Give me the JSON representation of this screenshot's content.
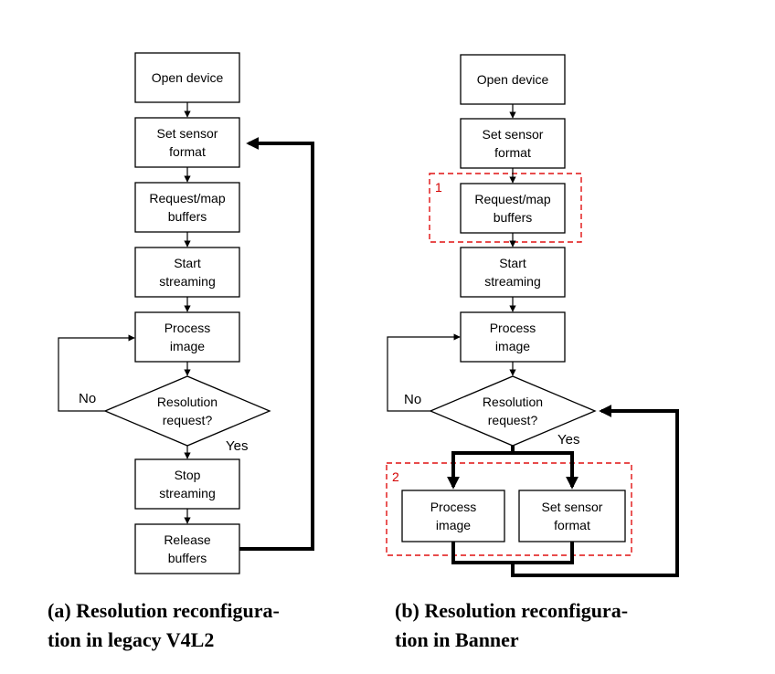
{
  "legacy": {
    "open_device": "Open device",
    "set_format_l1": "Set sensor",
    "set_format_l2": "format",
    "request_l1": "Request/map",
    "request_l2": "buffers",
    "start_l1": "Start",
    "start_l2": "streaming",
    "process_l1": "Process",
    "process_l2": "image",
    "decision_l1": "Resolution",
    "decision_l2": "request?",
    "no_label": "No",
    "yes_label": "Yes",
    "stop_l1": "Stop",
    "stop_l2": "streaming",
    "release_l1": "Release",
    "release_l2": "buffers",
    "caption_l1": "(a) Resolution reconfigura-",
    "caption_l2": "tion in legacy V4L2"
  },
  "banner": {
    "open_device": "Open device",
    "set_format_l1": "Set sensor",
    "set_format_l2": "format",
    "request_l1": "Request/map",
    "request_l2": "buffers",
    "start_l1": "Start",
    "start_l2": "streaming",
    "process_l1": "Process",
    "process_l2": "image",
    "decision_l1": "Resolution",
    "decision_l2": "request?",
    "no_label": "No",
    "yes_label": "Yes",
    "region1_label": "1",
    "region2_label": "2",
    "par_process_l1": "Process",
    "par_process_l2": "image",
    "par_format_l1": "Set sensor",
    "par_format_l2": "format",
    "caption_l1": "(b) Resolution reconfigura-",
    "caption_l2": "tion in Banner"
  },
  "colors": {
    "region_border": "#e01010",
    "region_label": "#d40000",
    "line": "#000000"
  }
}
